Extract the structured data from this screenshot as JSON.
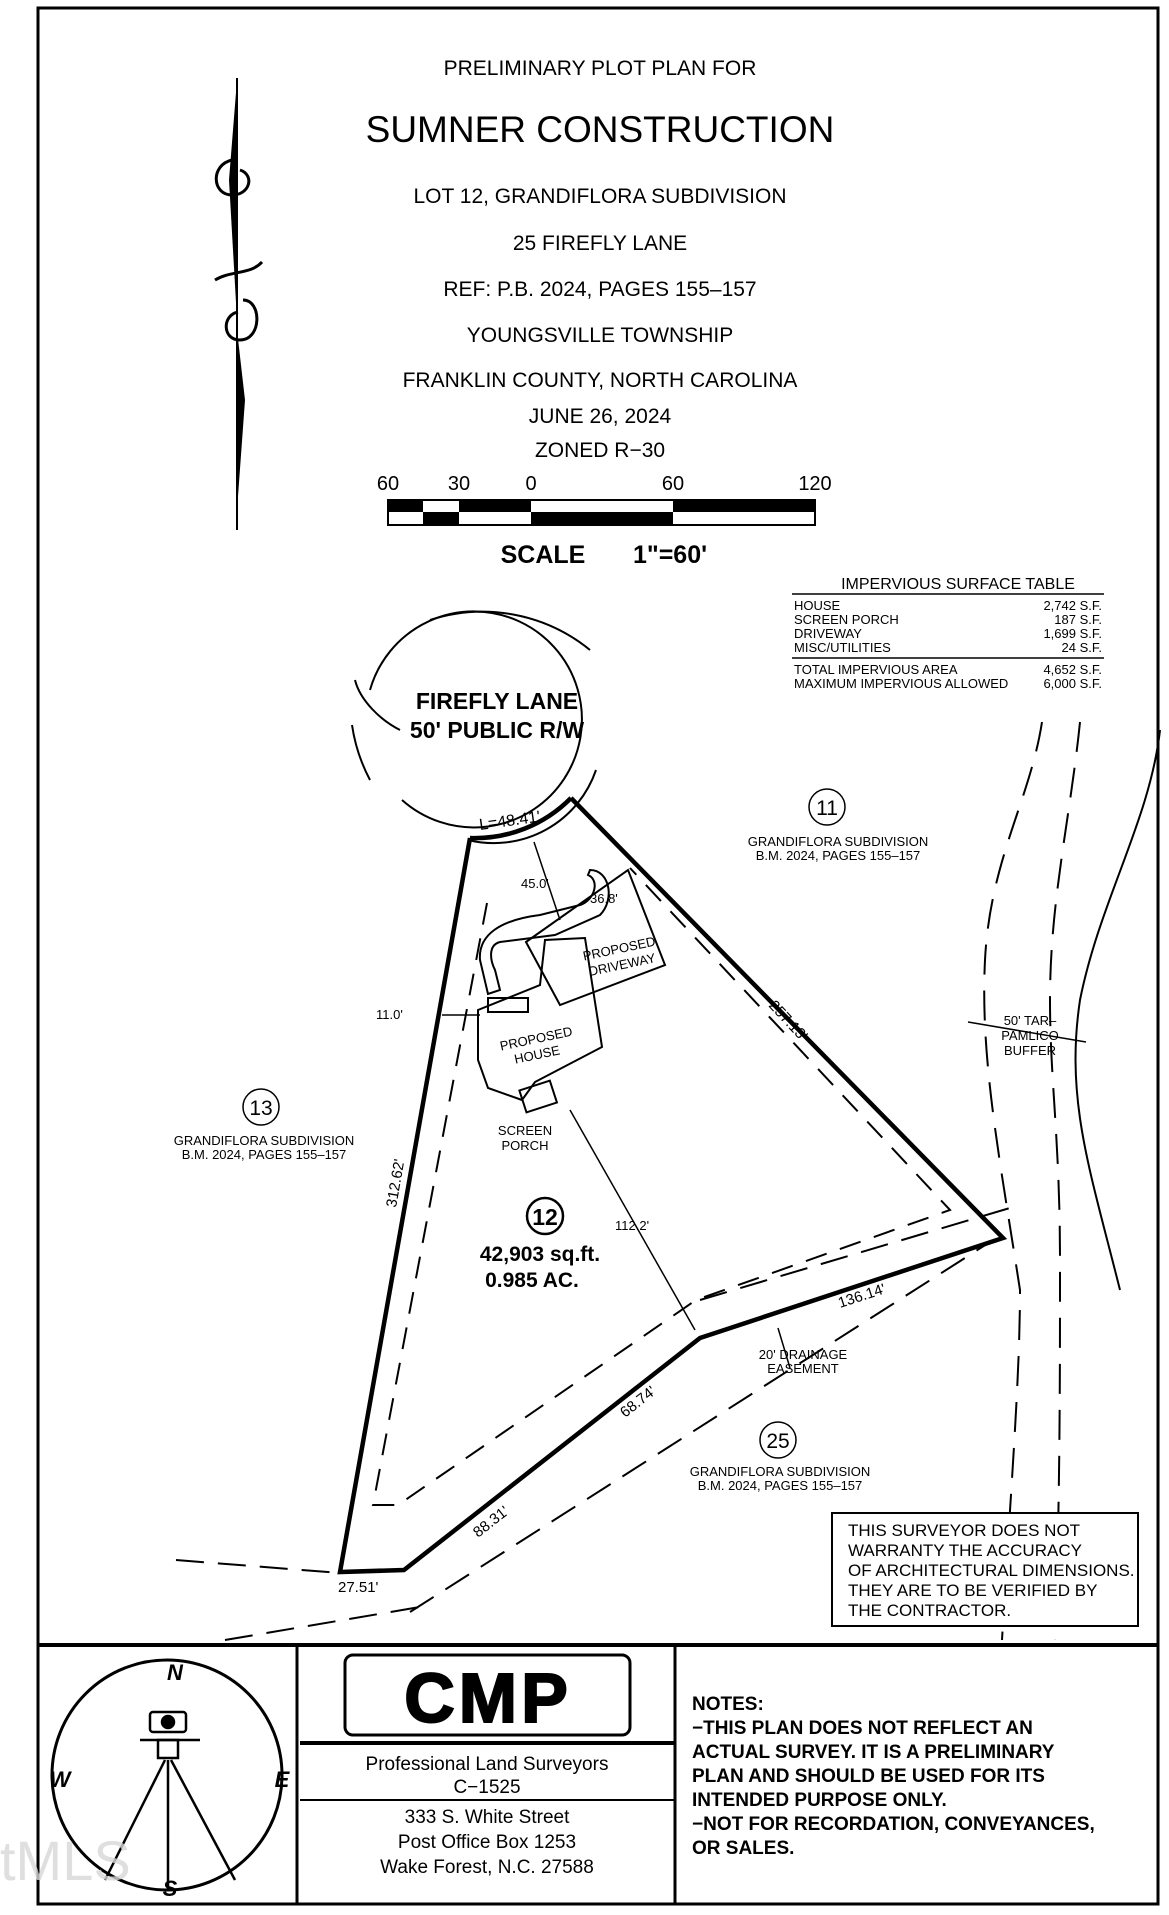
{
  "title": {
    "line1": "PRELIMINARY PLOT PLAN FOR",
    "line2": "SUMNER CONSTRUCTION",
    "lot": "LOT 12, GRANDIFLORA SUBDIVISION",
    "address": "25 FIREFLY LANE",
    "ref": "REF: P.B. 2024, PAGES 155–157",
    "township": "YOUNGSVILLE TOWNSHIP",
    "county": "FRANKLIN COUNTY, NORTH CAROLINA",
    "date": "JUNE 26, 2024",
    "zoning": "ZONED R−30"
  },
  "scale": {
    "ticks": [
      "60",
      "30",
      "0",
      "60",
      "120"
    ],
    "label": "SCALE",
    "value": "1\"=60'"
  },
  "impervious_table": {
    "title": "IMPERVIOUS SURFACE TABLE",
    "rows": [
      {
        "label": "HOUSE",
        "value": "2,742 S.F."
      },
      {
        "label": "SCREEN PORCH",
        "value": "187 S.F."
      },
      {
        "label": "DRIVEWAY",
        "value": "1,699 S.F."
      },
      {
        "label": "MISC/UTILITIES",
        "value": "24 S.F."
      }
    ],
    "totals": [
      {
        "label": "TOTAL IMPERVIOUS AREA",
        "value": "4,652 S.F."
      },
      {
        "label": "MAXIMUM IMPERVIOUS ALLOWED",
        "value": "6,000 S.F."
      }
    ]
  },
  "road": {
    "name": "FIREFLY LANE",
    "rw": "50' PUBLIC R/W"
  },
  "lots": {
    "lot11": {
      "number": "11",
      "name": "GRANDIFLORA SUBDIVISION",
      "ref": "B.M. 2024, PAGES 155–157"
    },
    "lot13": {
      "number": "13",
      "name": "GRANDIFLORA SUBDIVISION",
      "ref": "B.M. 2024, PAGES 155–157"
    },
    "lot25": {
      "number": "25",
      "name": "GRANDIFLORA SUBDIVISION",
      "ref": "B.M. 2024, PAGES 155–157"
    },
    "lot12": {
      "number": "12",
      "area_sf": "42,903 sq.ft.",
      "area_ac": "0.985 AC."
    }
  },
  "dimensions": {
    "arc": "L=48.41'",
    "front_setback": "45.0'",
    "driveway_side": "36.8'",
    "left_setback": "11.0'",
    "rear_distance": "112.2'",
    "east_line": "257.13'",
    "west_line": "312.62'",
    "south_a": "136.14'",
    "south_b": "68.74'",
    "south_c": "88.31'",
    "south_d": "27.51'"
  },
  "labels": {
    "proposed_driveway_1": "PROPOSED",
    "proposed_driveway_2": "DRIVEWAY",
    "proposed_house_1": "PROPOSED",
    "proposed_house_2": "HOUSE",
    "screen_porch_1": "SCREEN",
    "screen_porch_2": "PORCH",
    "buffer_1": "50' TAR–",
    "buffer_2": "PAMLICO",
    "buffer_3": "BUFFER",
    "drainage_1": "20' DRAINAGE",
    "drainage_2": "EASEMENT"
  },
  "disclaimer": [
    "THIS SURVEYOR DOES NOT",
    "WARRANTY THE ACCURACY",
    "OF ARCHITECTURAL DIMENSIONS.",
    "THEY ARE TO BE VERIFIED BY",
    "THE CONTRACTOR."
  ],
  "compass": {
    "n": "N",
    "s": "S",
    "e": "E",
    "w": "W"
  },
  "firm": {
    "logo": "CMP",
    "tagline": "Professional Land Surveyors",
    "license": "C−1525",
    "address1": "333 S. White Street",
    "address2": "Post Office Box 1253",
    "address3": "Wake Forest, N.C. 27588"
  },
  "notes": [
    "NOTES:",
    "−THIS PLAN DOES NOT REFLECT AN",
    "ACTUAL SURVEY. IT IS A PRELIMINARY",
    "PLAN AND SHOULD BE USED FOR ITS",
    "INTENDED PURPOSE ONLY.",
    "−NOT FOR RECORDATION, CONVEYANCES,",
    "OR SALES."
  ],
  "watermark": "tMLS"
}
